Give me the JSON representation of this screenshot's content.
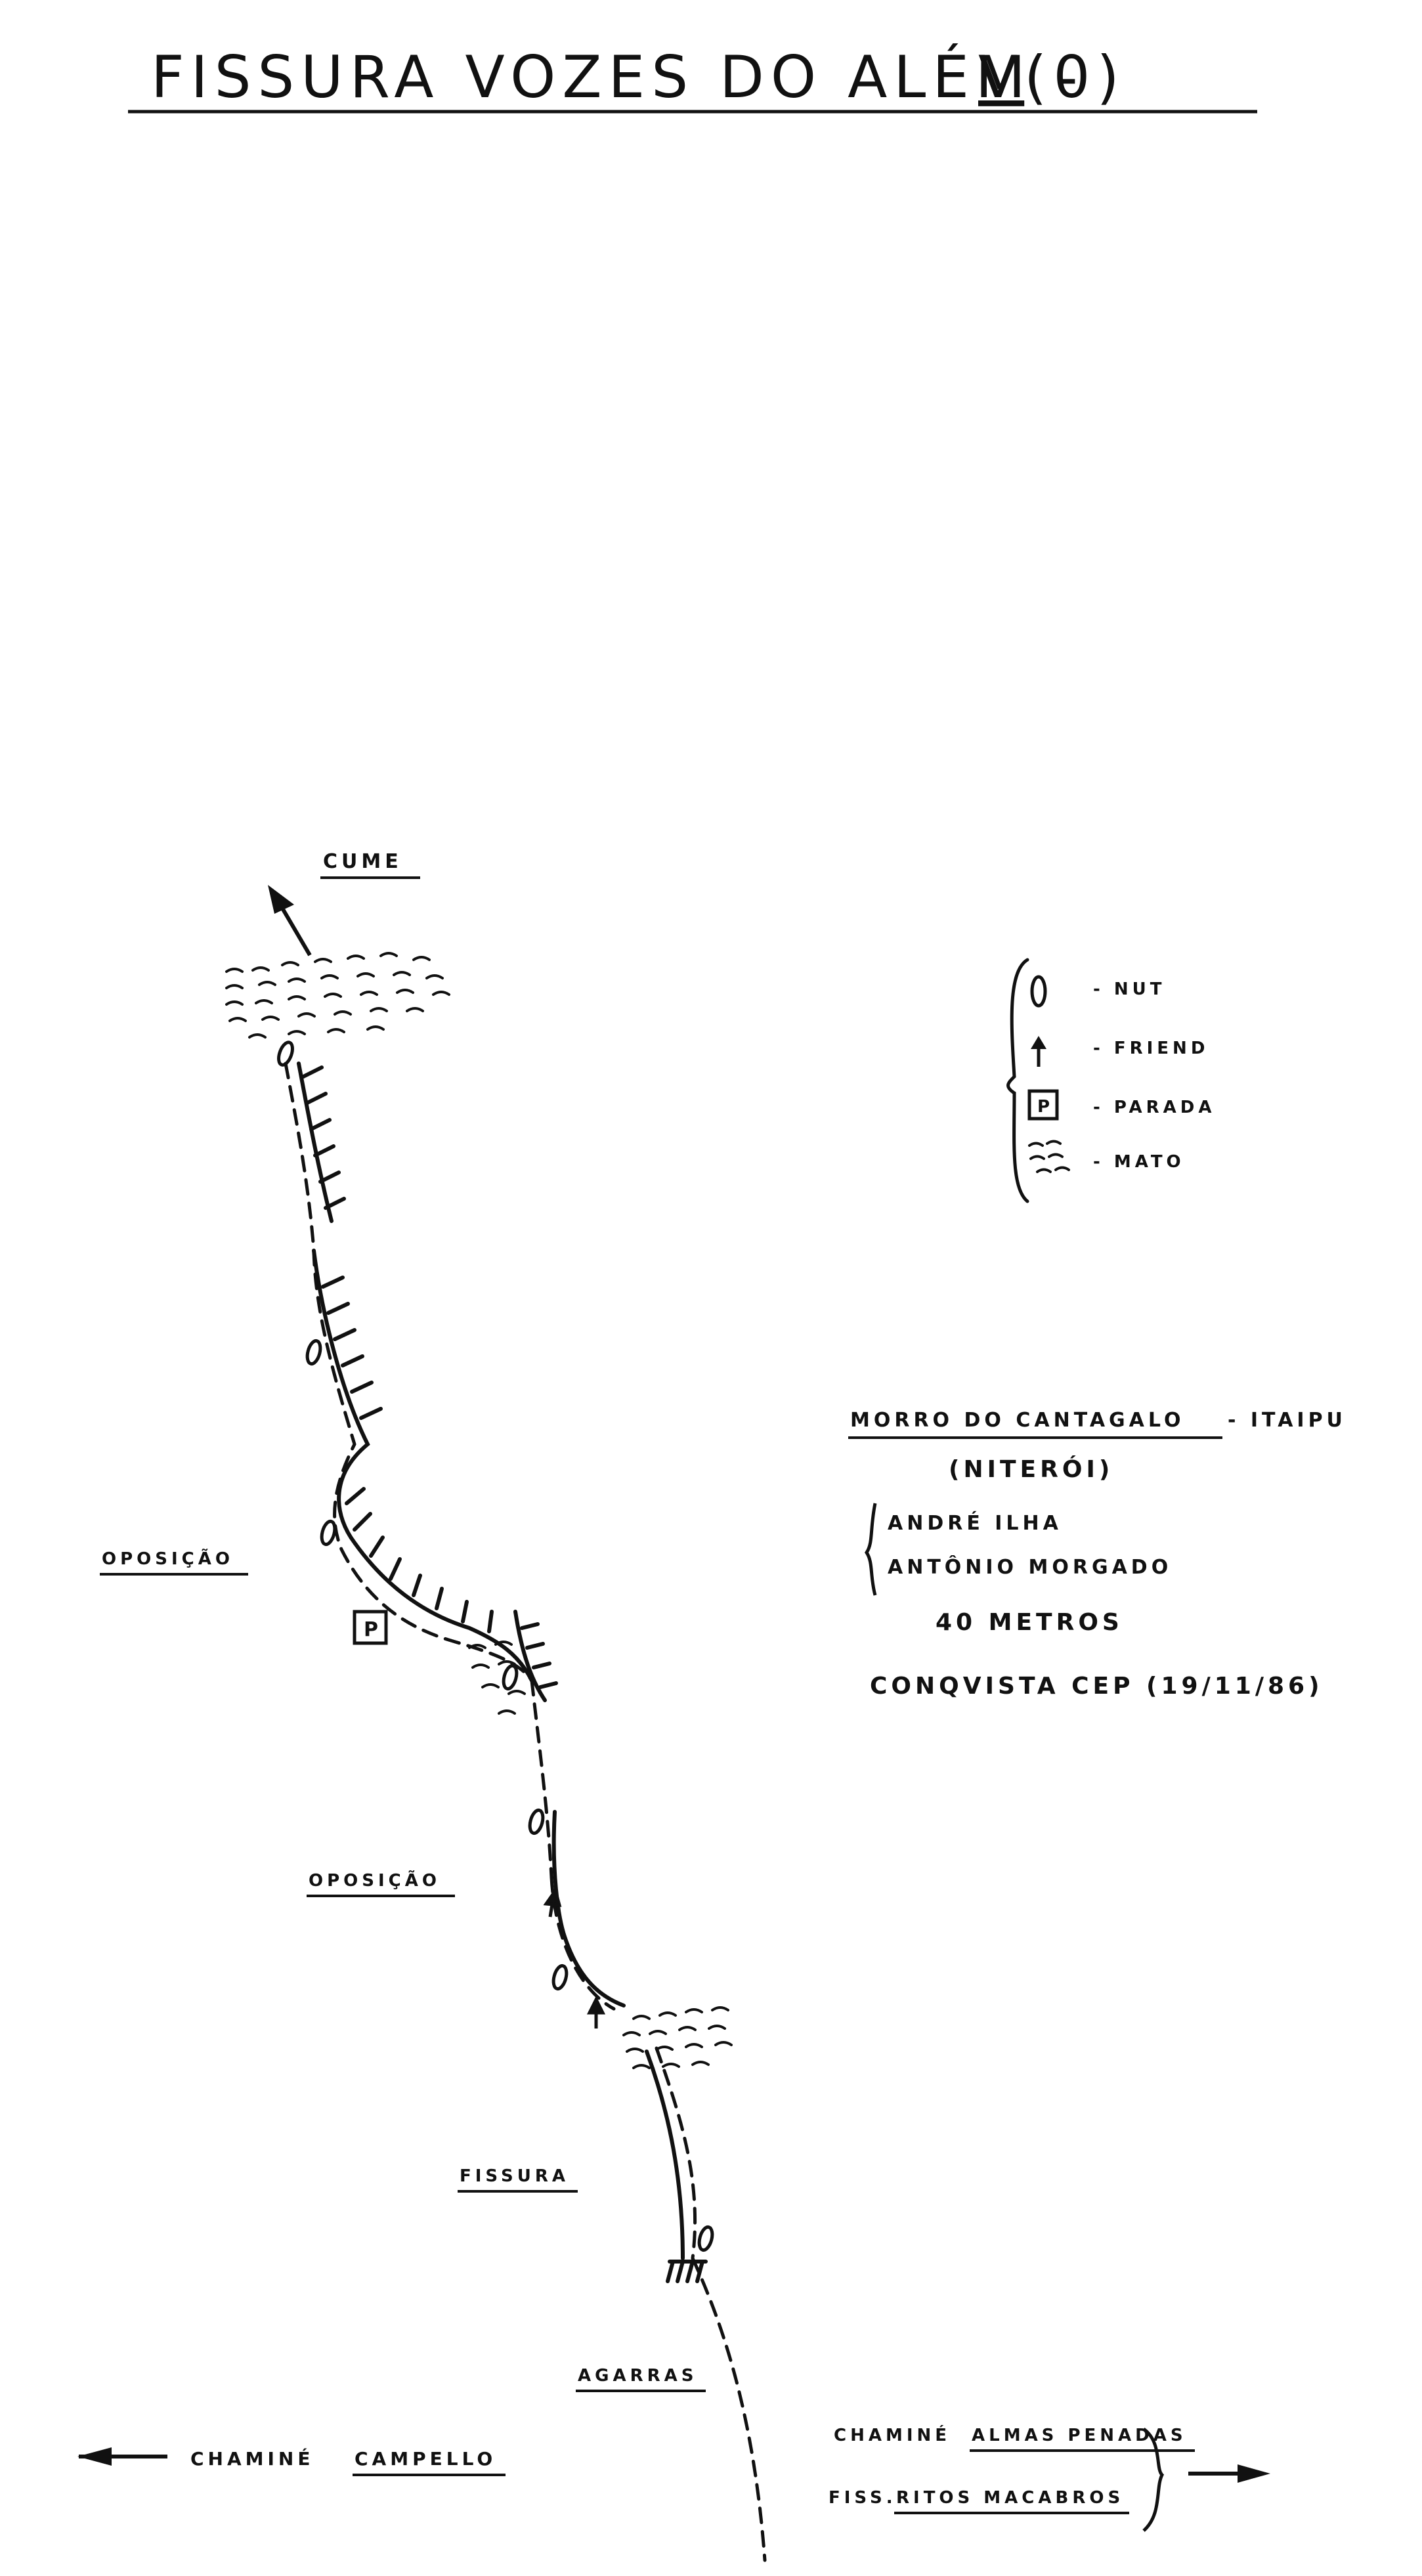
{
  "title": {
    "text": "FISSURA VOZES DO ALÉM -",
    "grade": "V",
    "grade_suffix": "(0)"
  },
  "labels": {
    "cume": "CUME",
    "oposicao_upper": "OPOSIÇÃO",
    "oposicao_lower": "OPOSIÇÃO",
    "fissura": "FISSURA",
    "agarras": "AGARRAS",
    "chamine_prefix": "CHAMINÉ",
    "chamine_campello": "CAMPELLO",
    "chamine_almas": "ALMAS PENADAS",
    "fiss_prefix": "FISS.",
    "ritos_macabros": "RITOS MACABROS"
  },
  "legend": {
    "items": [
      {
        "icon": "nut-icon",
        "label": "- NUT"
      },
      {
        "icon": "friend-icon",
        "label": "- FRIEND"
      },
      {
        "icon": "parada-icon",
        "label": "- PARADA"
      },
      {
        "icon": "mato-icon",
        "label": "- MATO"
      }
    ]
  },
  "info": {
    "location": "MORRO DO CANTAGALO",
    "location_suffix": "- ITAIPU",
    "city": "(NITERÓI)",
    "climbers": [
      "ANDRÉ ILHA",
      "ANTÔNIO MORGADO"
    ],
    "length": "40 METROS",
    "conquest": "CONQVISTA CEP (19/11/86)"
  },
  "colors": {
    "ink": "#111111",
    "paper": "#ffffff"
  }
}
